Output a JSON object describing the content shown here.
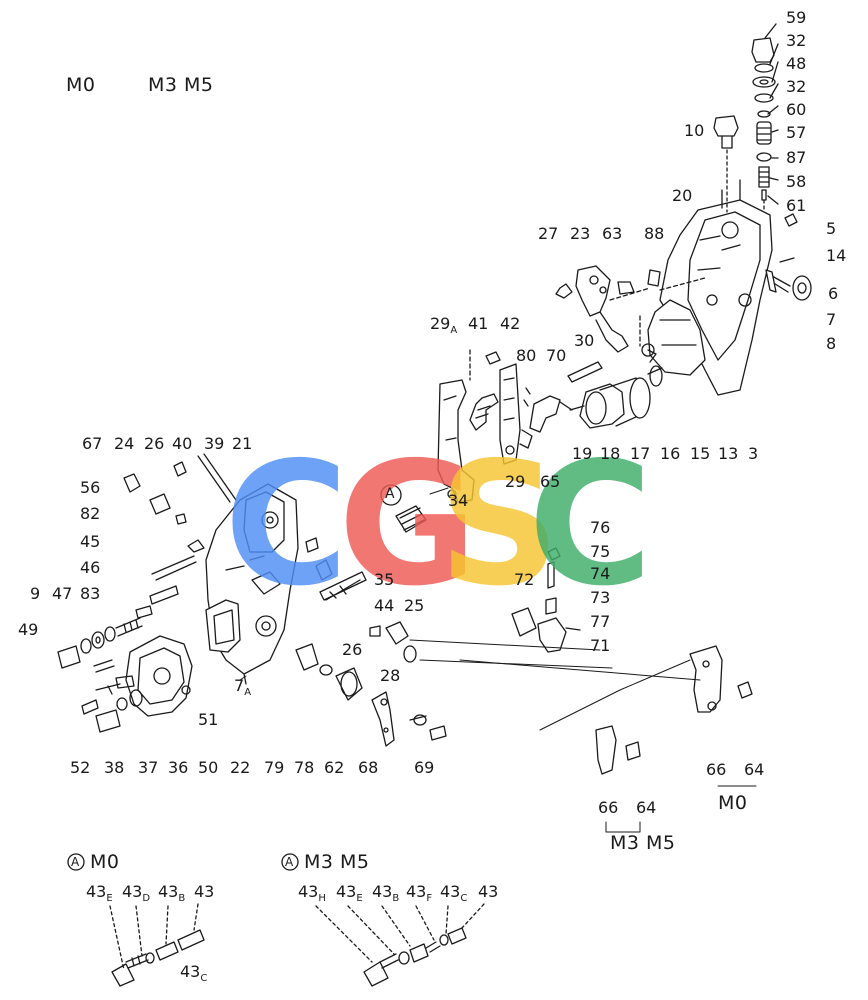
{
  "headings": {
    "top_left_a": "M0",
    "top_left_b": "M3 M5",
    "variant_mo": "M0",
    "variant_m3m5": "M3 M5",
    "inset_a_mo": "M0",
    "inset_a_m3m5": "M3 M5",
    "circle_letter": "A"
  },
  "watermark": {
    "letters": [
      "C",
      "G",
      "S",
      "C"
    ],
    "colors": [
      "#4f8ef5",
      "#ef5a55",
      "#f7c531",
      "#3fae6a"
    ]
  },
  "parts": {
    "p59": "59",
    "p32a": "32",
    "p48": "48",
    "p32b": "32",
    "p60": "60",
    "p57": "57",
    "p87": "87",
    "p58": "58",
    "p61": "61",
    "p10": "10",
    "p20": "20",
    "p5": "5",
    "p14": "14",
    "p6": "6",
    "p7": "7",
    "p8": "8",
    "p27": "27",
    "p23": "23",
    "p63": "63",
    "p88": "88",
    "p29a": "29",
    "p41": "41",
    "p42": "42",
    "p80": "80",
    "p70": "70",
    "p30": "30",
    "p67": "67",
    "p24": "24",
    "p26a": "26",
    "p40": "40",
    "p39": "39",
    "p21": "21",
    "p56": "56",
    "p82": "82",
    "p45": "45",
    "p46": "46",
    "p9": "9",
    "p47": "47",
    "p83": "83",
    "p49": "49",
    "p34": "34",
    "p29": "29",
    "p65": "65",
    "p19": "19",
    "p18": "18",
    "p17": "17",
    "p16": "16",
    "p15": "15",
    "p13": "13",
    "p3": "3",
    "p76": "76",
    "p75": "75",
    "p74": "74",
    "p73": "73",
    "p72": "72",
    "p77": "77",
    "p71": "71",
    "p35": "35",
    "p44": "44",
    "p25": "25",
    "p26b": "26",
    "p28": "28",
    "p7a": "7",
    "p51": "51",
    "p52": "52",
    "p38": "38",
    "p37": "37",
    "p36": "36",
    "p50": "50",
    "p22": "22",
    "p79": "79",
    "p78": "78",
    "p62": "62",
    "p68": "68",
    "p69": "69",
    "p66a": "66",
    "p64a": "64",
    "p66b": "66",
    "p64b": "64"
  },
  "inset_mo_labels": {
    "l1": "43",
    "l1s": "E",
    "l2": "43",
    "l2s": "D",
    "l3": "43",
    "l3s": "B",
    "l4": "43",
    "l5": "43",
    "l5s": "C"
  },
  "inset_m3_labels": {
    "l1": "43",
    "l1s": "H",
    "l2": "43",
    "l2s": "E",
    "l3": "43",
    "l3s": "B",
    "l4": "43",
    "l4s": "F",
    "l5": "43",
    "l5s": "C",
    "l6": "43"
  },
  "sub_letters": {
    "a29": "A",
    "a7": "A"
  }
}
